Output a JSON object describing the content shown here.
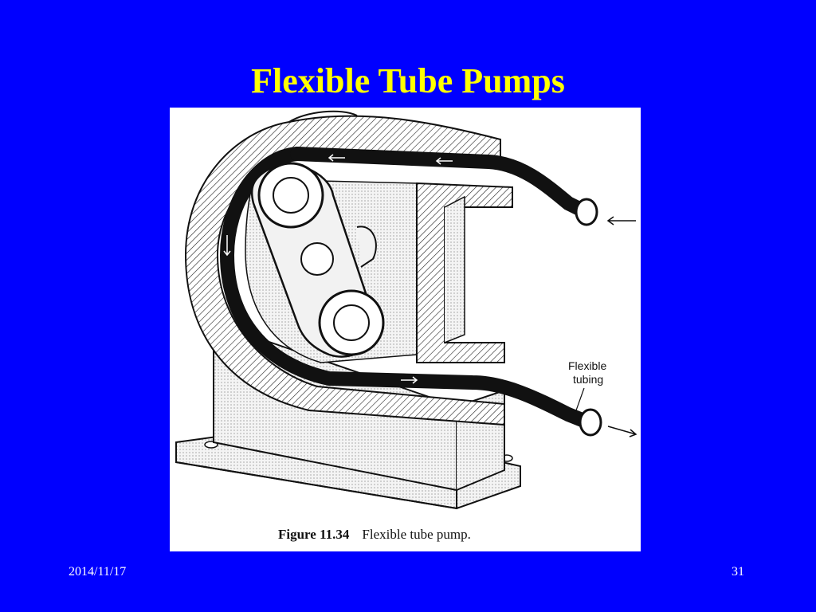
{
  "slide": {
    "title": "Flexible Tube Pumps",
    "date": "2014/11/17",
    "page_number": "31"
  },
  "figure": {
    "callout_line1": "Flexible",
    "callout_line2": "tubing",
    "caption_number": "Figure 11.34",
    "caption_text": "Flexible tube pump."
  },
  "colors": {
    "background": "#0000ff",
    "title": "#ffff00",
    "footer": "#ffffff"
  }
}
